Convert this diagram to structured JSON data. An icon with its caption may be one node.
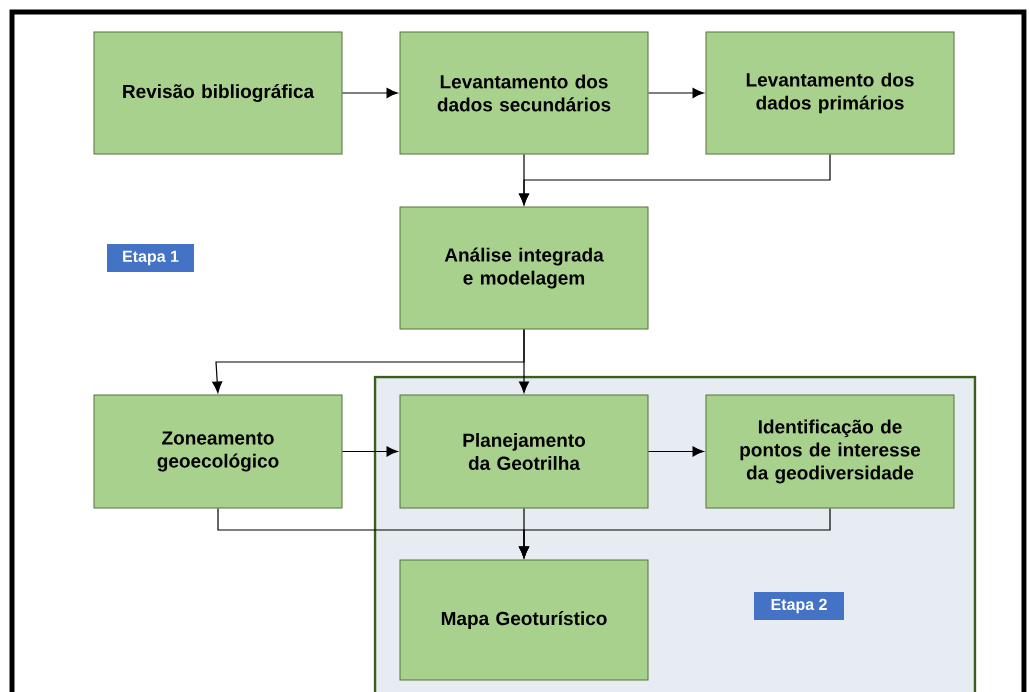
{
  "diagram": {
    "nodes": [
      {
        "text": [
          "Revisão bibliográfica"
        ]
      },
      {
        "text": [
          "Levantamento dos dados secundários"
        ]
      },
      {
        "text": [
          "Levantamento dos dados primários"
        ]
      },
      {
        "text": [
          "Etapa 1"
        ]
      },
      {
        "text": [
          "Análise integrada e modelagem"
        ]
      },
      {
        "text": [
          "Zoneamento geoecológico"
        ]
      },
      {
        "text": [],
        "shape": "box"
      },
      {
        "text": [
          "Planejamento da Geotrilha"
        ],
        "in": 6
      },
      {
        "text": [
          "Identificação de pontos de interesse da geodiversidade"
        ],
        "in": 6
      },
      {
        "text": [
          "Mapa Geoturístico"
        ],
        "in": 6
      },
      {
        "text": [
          "Etapa 2"
        ],
        "in": 6
      }
    ],
    "edges": [
      {
        "from": 0,
        "to": 1,
        "arrow": "to"
      },
      {
        "from": 1,
        "to": 2,
        "arrow": "to"
      },
      {
        "from": 1,
        "to": 4,
        "arrow": "to"
      },
      {
        "from": 2,
        "to": 4,
        "arrow": "to"
      },
      {
        "from": 4,
        "to": 5,
        "arrow": "to"
      },
      {
        "from": 4,
        "to": 7,
        "arrow": "to"
      },
      {
        "from": 5,
        "to": 7,
        "arrow": "to"
      },
      {
        "from": 7,
        "to": 8,
        "arrow": "to"
      },
      {
        "from": 7,
        "to": 9,
        "arrow": "to"
      },
      {
        "from": 5,
        "to": 9,
        "arrow": "to"
      },
      {
        "from": 8,
        "to": 9,
        "arrow": "to"
      }
    ]
  }
}
